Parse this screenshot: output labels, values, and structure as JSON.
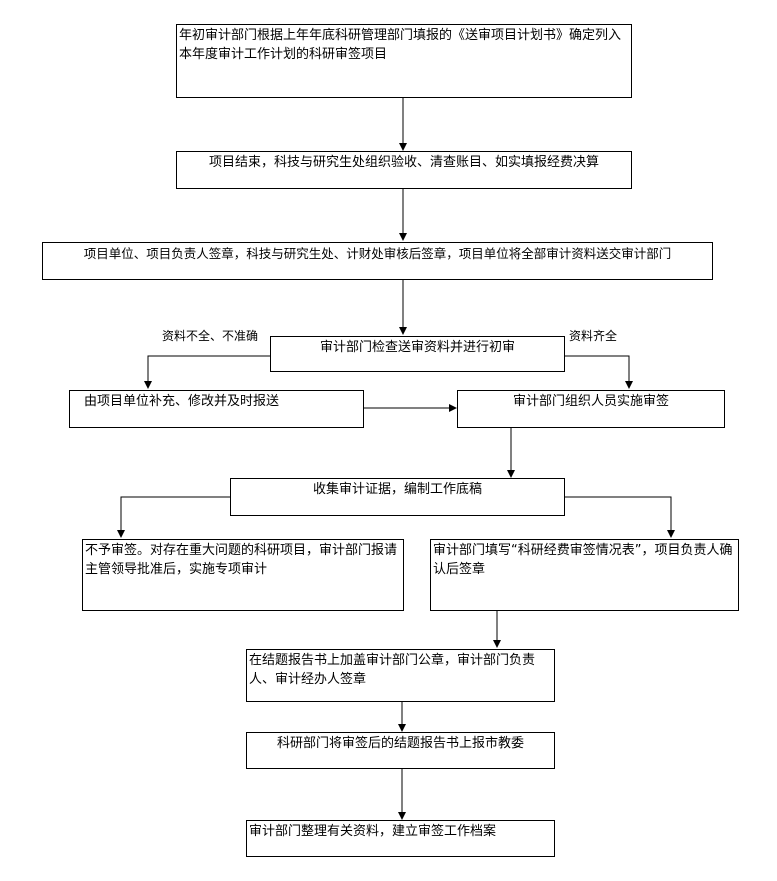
{
  "nodes": {
    "annual_plan": "年初审计部门根据上年年底科研管理部门填报的《送审项目计划书》确定列入本年度审计工作计划的科研审签项目",
    "project_end": "项目结束，科技与研究生处组织验收、清查账目、如实填报经费决算",
    "sign_submit": "项目单位、项目负责人签章，科技与研究生处、计财处审核后签章，项目单位将全部审计资料送交审计部门",
    "initial_review": "审计部门检查送审资料并进行初审",
    "supplement": "由项目单位补充、修改并及时报送",
    "organize_audit": "审计部门组织人员实施审签",
    "collect_evidence": "收集审计证据，编制工作底稿",
    "reject": "不予审签。对存在重大问题的科研项目，审计部门报请主管领导批准后，实施专项审计",
    "fill_form": "审计部门填写“科研经费审签情况表”，项目负责人确认后签章",
    "seal": "在结题报告书上加盖审计部门公章，审计部门负责人、审计经办人签章",
    "report": "科研部门将审签后的结题报告书上报市教委",
    "archive": "审计部门整理有关资料，建立审签工作档案"
  },
  "edge_labels": {
    "incomplete": "资料不全、不准确",
    "complete": "资料齐全"
  }
}
